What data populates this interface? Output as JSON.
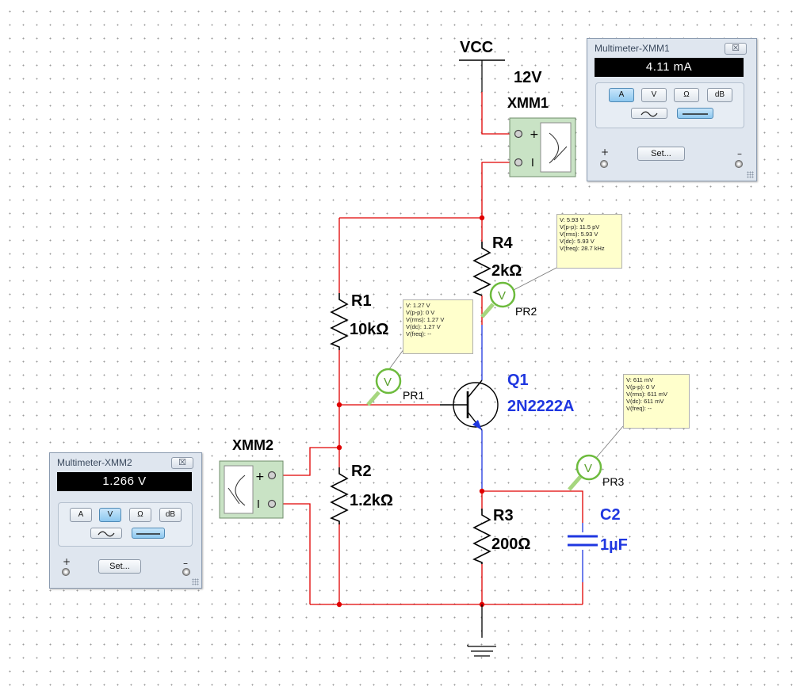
{
  "schematic": {
    "vcc": {
      "name": "VCC",
      "voltage": "12V"
    },
    "xmm1_label": "XMM1",
    "xmm2_label": "XMM2",
    "r1": {
      "ref": "R1",
      "value": "10kΩ"
    },
    "r2": {
      "ref": "R2",
      "value": "1.2kΩ"
    },
    "r3": {
      "ref": "R3",
      "value": "200Ω"
    },
    "r4": {
      "ref": "R4",
      "value": "2kΩ"
    },
    "q1": {
      "ref": "Q1",
      "model": "2N2222A"
    },
    "c2": {
      "ref": "C2",
      "value": "1µF"
    },
    "probe_glyph": "V",
    "meter_plus": "+",
    "meter_minus": "I",
    "colors": {
      "wire": "#e00000",
      "collector_wire": "#1f37e0",
      "ground": "#000000",
      "blue_label": "#1f37e0",
      "probe_ring": "#6dbb3d"
    }
  },
  "probes": {
    "pr1": {
      "name": "PR1",
      "lines": [
        "V: 1.27 V",
        "V(p-p): 0 V",
        "V(rms): 1.27 V",
        "V(dc): 1.27 V",
        "V(freq): --"
      ]
    },
    "pr2": {
      "name": "PR2",
      "lines": [
        "V: 5.93 V",
        "V(p-p): 11.5 pV",
        "V(rms): 5.93 V",
        "V(dc): 5.93 V",
        "V(freq): 28.7 kHz"
      ]
    },
    "pr3": {
      "name": "PR3",
      "lines": [
        "V: 611 mV",
        "V(p-p): 0 V",
        "V(rms): 611 mV",
        "V(dc): 611 mV",
        "V(freq): --"
      ]
    }
  },
  "multimeter1": {
    "title": "Multimeter-XMM1",
    "close": "☒",
    "reading": "4.11 mA",
    "modes": [
      "A",
      "V",
      "Ω",
      "dB"
    ],
    "active_mode": "A",
    "coupling_active": "dc",
    "set_label": "Set...",
    "plus": "+",
    "minus": "–"
  },
  "multimeter2": {
    "title": "Multimeter-XMM2",
    "close": "☒",
    "reading": "1.266 V",
    "modes": [
      "A",
      "V",
      "Ω",
      "dB"
    ],
    "active_mode": "V",
    "coupling_active": "dc",
    "set_label": "Set...",
    "plus": "+",
    "minus": "–"
  }
}
